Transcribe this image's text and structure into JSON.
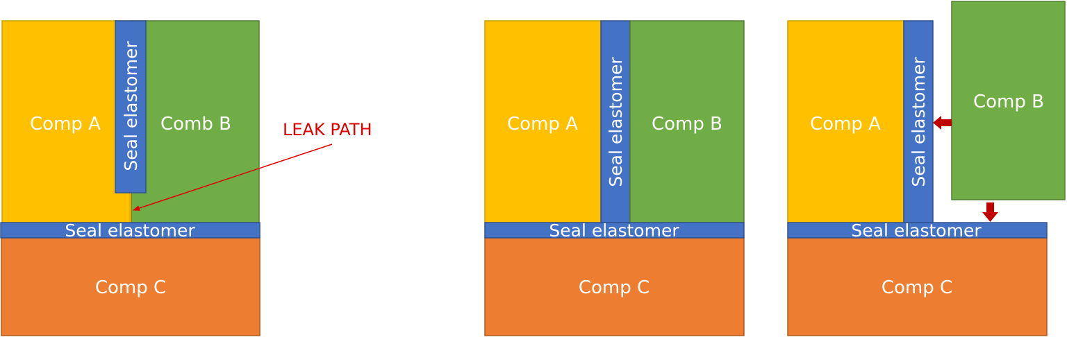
{
  "colors": {
    "comp_a": "#FFC000",
    "comp_b": "#70AD47",
    "comp_c": "#ED7D31",
    "seal": "#4472C4",
    "stroke_a": "#C9A000",
    "stroke_b": "#507E32",
    "stroke_c": "#AE5A21",
    "stroke_seal": "#2F528F",
    "leak": "#E00000",
    "arrow": "#C00000"
  },
  "panels": [
    {
      "comp_a": "Comp A",
      "comp_b": "Comb B",
      "seal_vertical": "Seal elastomer",
      "seal_horizontal": "Seal elastomer",
      "comp_c": "Comp C",
      "leak_label": "LEAK PATH"
    },
    {
      "comp_a": "Comp A",
      "comp_b": "Comp B",
      "seal_vertical": "Seal elastomer",
      "seal_horizontal": "Seal elastomer",
      "comp_c": "Comp C"
    },
    {
      "comp_a": "Comp A",
      "comp_b": "Comp B",
      "seal_vertical": "Seal elastomer",
      "seal_horizontal": "Seal elastomer",
      "comp_c": "Comp C"
    }
  ]
}
